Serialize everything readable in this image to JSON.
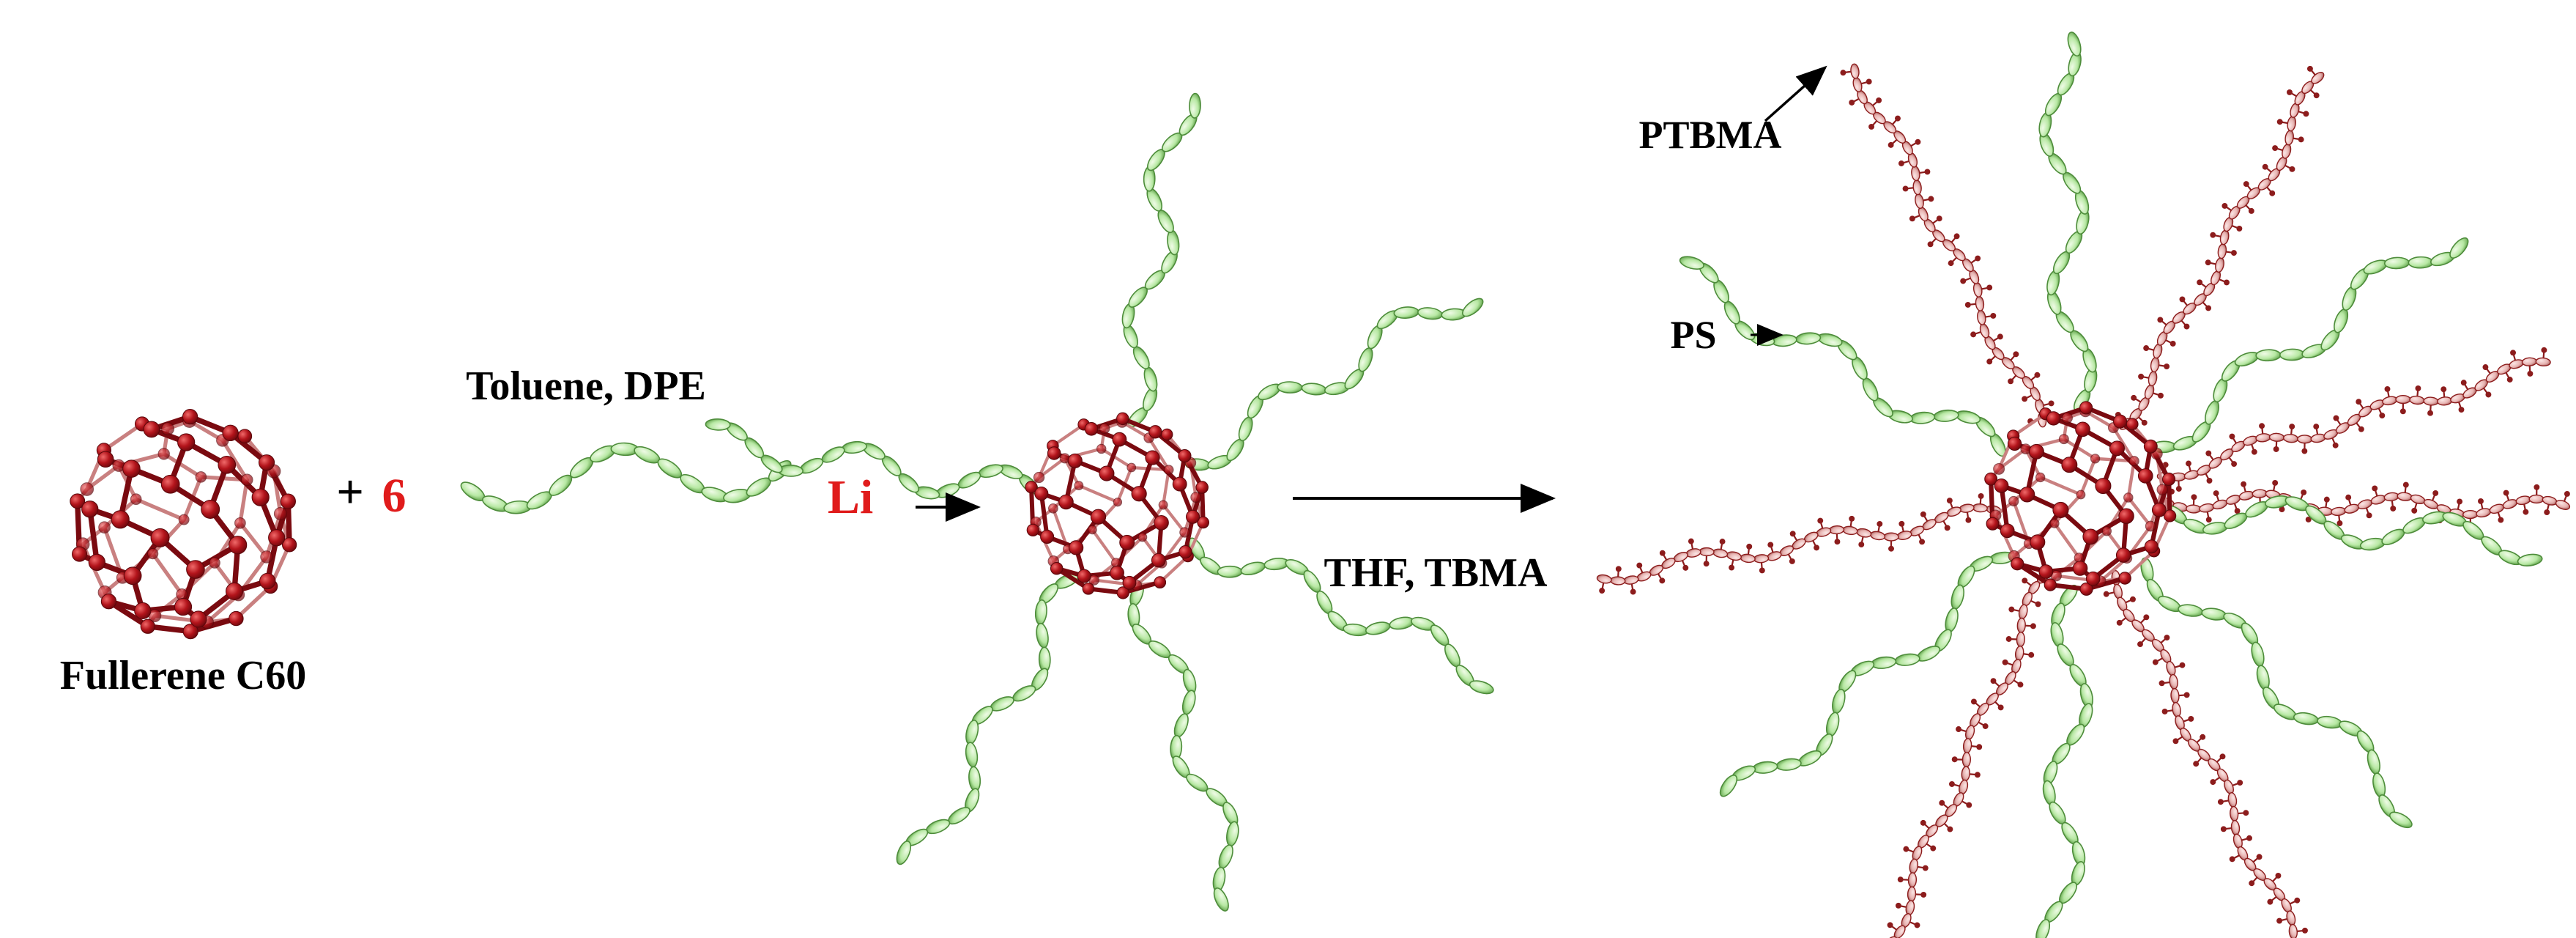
{
  "labels": {
    "fullerene": "Fullerene C60",
    "plus": "+",
    "six": "6",
    "conditions_1": "Toluene, DPE",
    "li": "Li",
    "conditions_2": "THF, TBMA",
    "ps": "PS",
    "ptbma": "PTBMA"
  },
  "colors": {
    "fullerene_red": "#b3141b",
    "fullerene_dark": "#7a0a10",
    "ps_green": "#b7e8a3",
    "ps_green_edge": "#4d8c3a",
    "ptbma_pink": "#e7b3b1",
    "ptbma_dark": "#8c1c1c",
    "highlight_red": "#e01b1b",
    "text": "#000000"
  },
  "icons": {
    "fullerene_molecule": "c60-ball-icon",
    "polystyrene_chain": "wavy-chain-icon",
    "ptbma_chain": "branched-chain-icon",
    "reaction_arrow": "arrow-right-icon"
  }
}
